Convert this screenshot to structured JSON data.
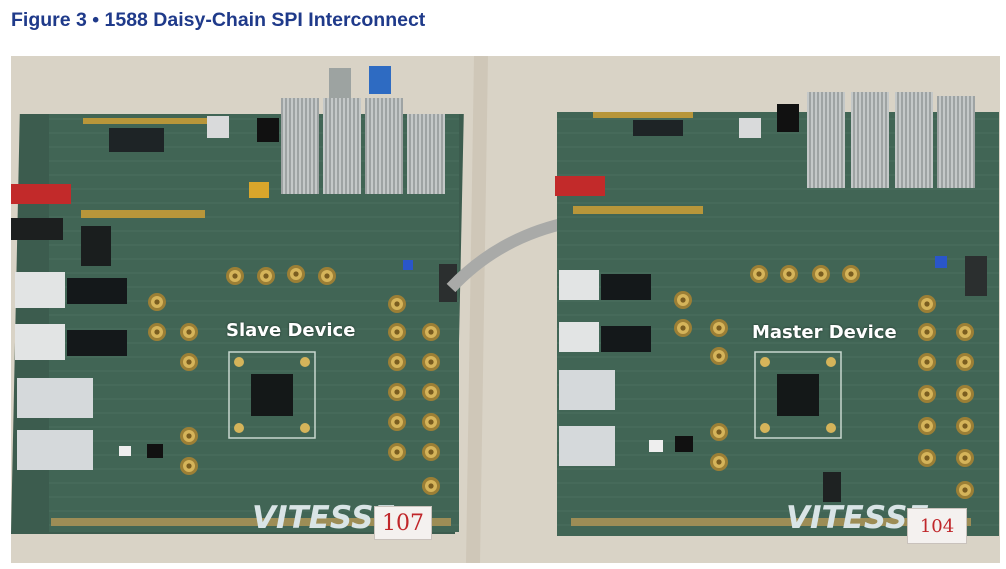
{
  "figure": {
    "title": "Figure 3 • 1588 Daisy-Chain SPI Interconnect"
  },
  "photo": {
    "boards": [
      {
        "label": "Slave Device",
        "brand": "VITESSE",
        "tag": "107"
      },
      {
        "label": "Master Device",
        "brand": "VITESSE",
        "tag": "104"
      }
    ]
  },
  "colors": {
    "title": "#1f3a8a",
    "pcb": "#3f6152",
    "background": "#d8d2c4"
  }
}
